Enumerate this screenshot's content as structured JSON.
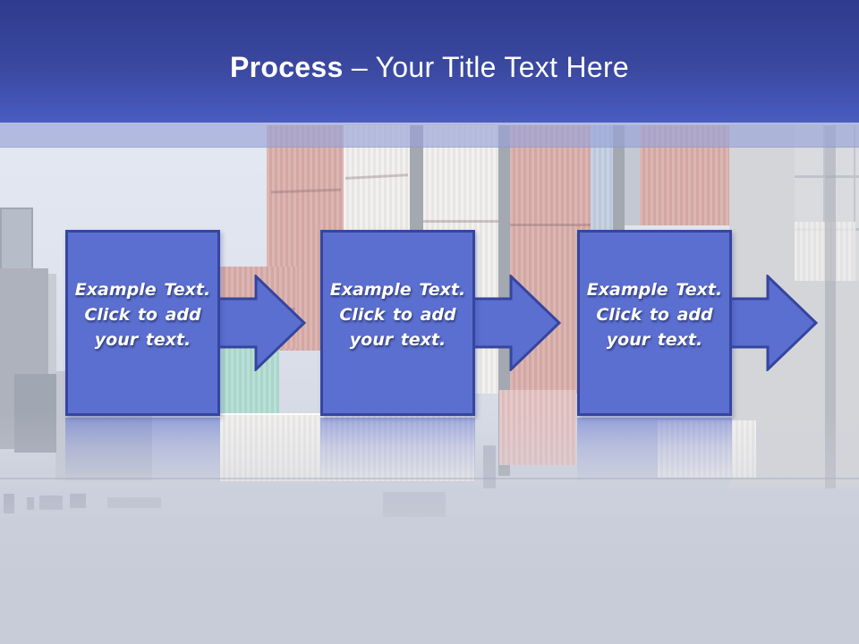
{
  "slide": {
    "title": {
      "bold": "Process",
      "separator": "–",
      "rest": "Your Title Text Here"
    },
    "steps": [
      {
        "lines": [
          "Example Text.",
          "Click to add",
          "your text."
        ]
      },
      {
        "lines": [
          "Example Text.",
          "Click to add",
          "your text."
        ]
      },
      {
        "lines": [
          "Example Text.",
          "Click to add",
          "your text."
        ]
      }
    ],
    "background_label": "faded shipping containers photo",
    "colors": {
      "header_top": "#2e3b8e",
      "header_bottom": "#4a5cc3",
      "band": "rgba(152,162,216,0.66)",
      "shape_fill": "#5b6fd0",
      "shape_border": "#36459e",
      "text_color": "#ffffff"
    }
  }
}
